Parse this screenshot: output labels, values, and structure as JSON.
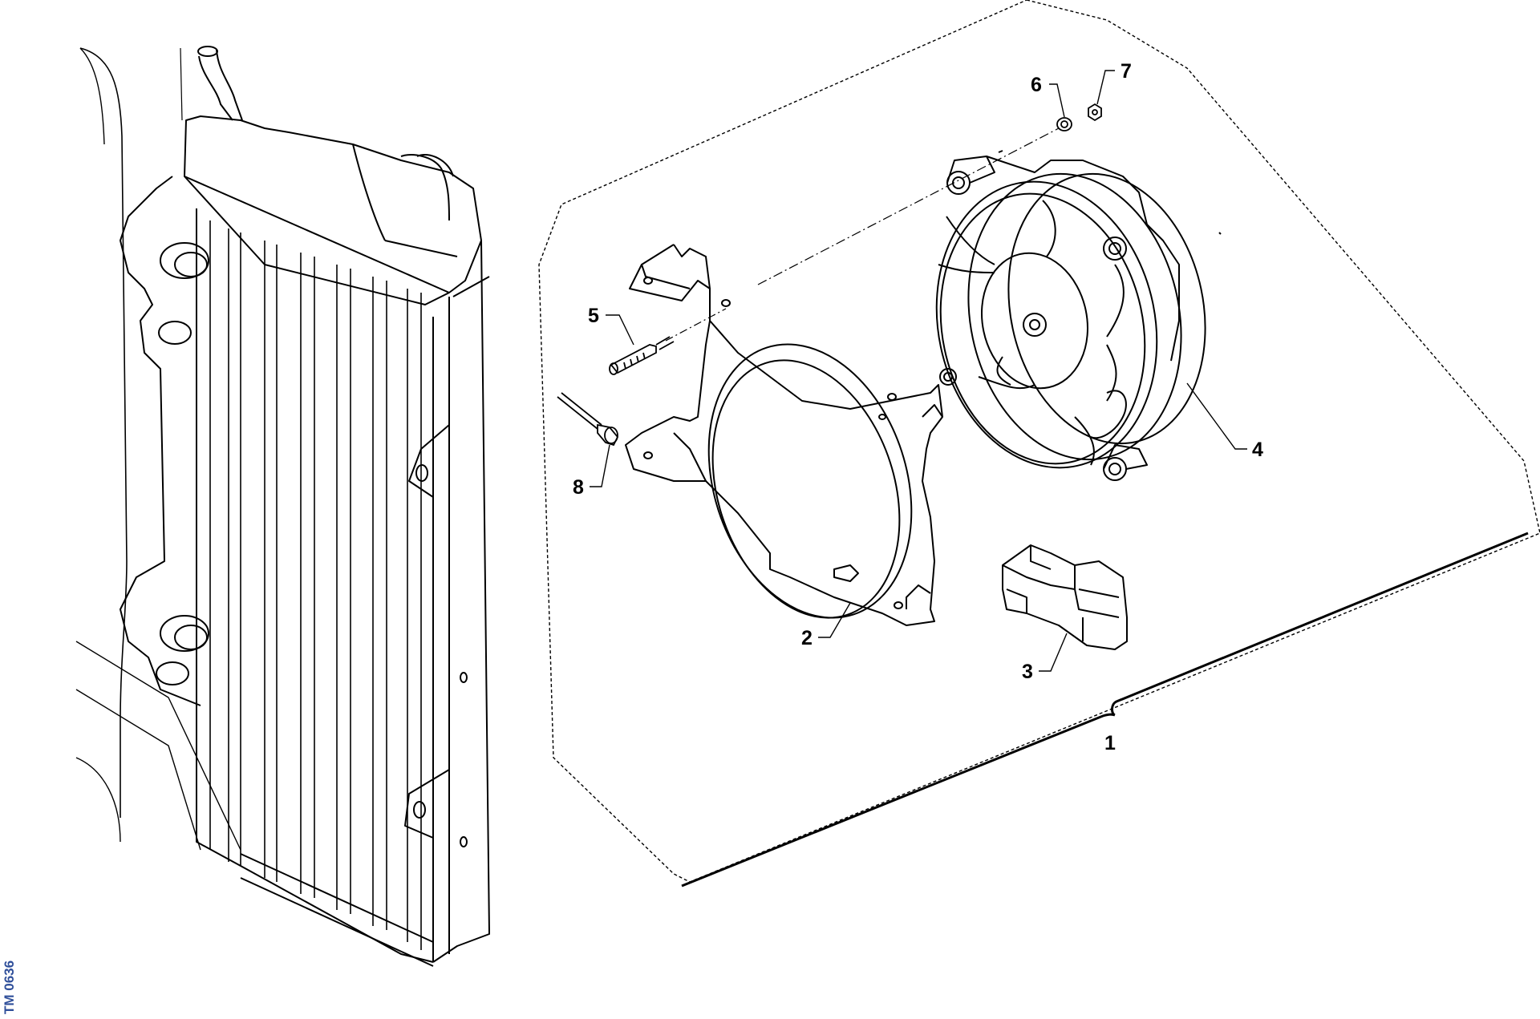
{
  "drawing": {
    "reference_code": "TM 0636",
    "colors": {
      "line": "#000000",
      "reference": "#2f4f9a",
      "background": "#ffffff"
    }
  },
  "callouts": [
    {
      "id": "1",
      "label": "1"
    },
    {
      "id": "2",
      "label": "2"
    },
    {
      "id": "3",
      "label": "3"
    },
    {
      "id": "4",
      "label": "4"
    },
    {
      "id": "5",
      "label": "5"
    },
    {
      "id": "6",
      "label": "6"
    },
    {
      "id": "7",
      "label": "7"
    },
    {
      "id": "8",
      "label": "8"
    }
  ]
}
